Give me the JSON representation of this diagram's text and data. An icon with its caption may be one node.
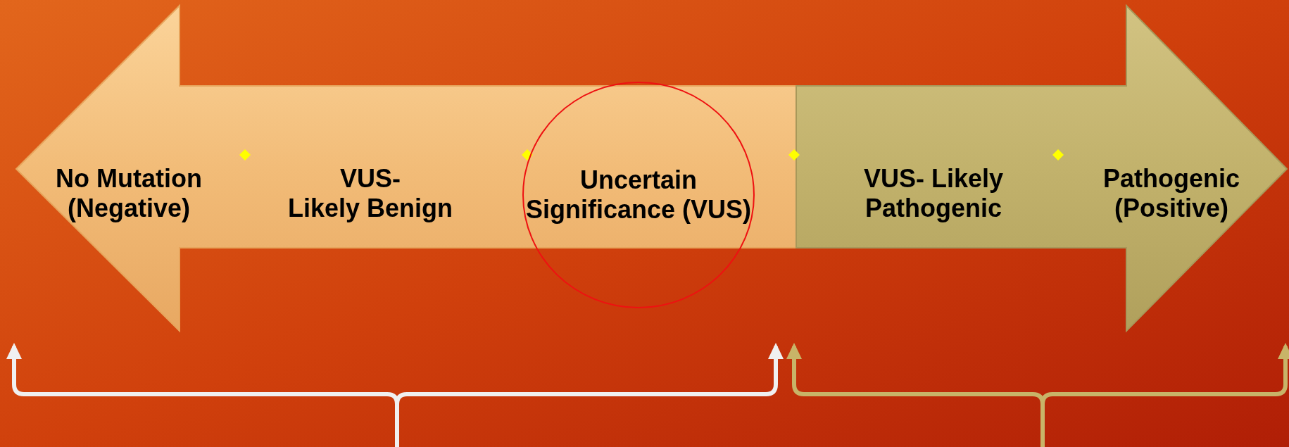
{
  "diagram": {
    "nodes": [
      {
        "text": [
          "No Mutation (Negative)"
        ]
      },
      {
        "text": [
          "VUS- Likely Benign"
        ]
      },
      {
        "text": [
          "Uncertain Significance (VUS)"
        ]
      },
      {
        "text": [
          "VUS- Likely Pathogenic"
        ]
      },
      {
        "text": [
          "Pathogenic (Positive)"
        ]
      }
    ]
  }
}
